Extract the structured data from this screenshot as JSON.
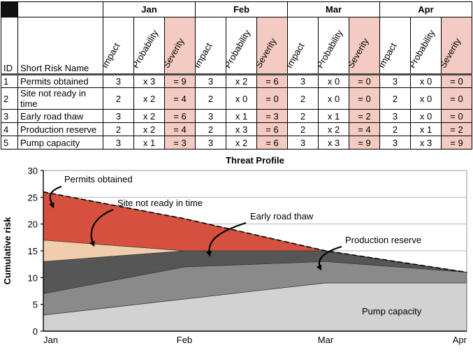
{
  "table": {
    "id_header": "ID",
    "name_header": "Short Risk Name",
    "months": [
      "Jan",
      "Feb",
      "Mar",
      "Apr"
    ],
    "sub_headers": [
      "Impact",
      "Probability",
      "Severity"
    ],
    "rows": [
      {
        "id": "1",
        "name": "Permits obtained",
        "cells": [
          [
            "3",
            "x 3",
            "= 9"
          ],
          [
            "3",
            "x 2",
            "= 6"
          ],
          [
            "3",
            "x 0",
            "= 0"
          ],
          [
            "3",
            "x 0",
            "= 0"
          ]
        ]
      },
      {
        "id": "2",
        "name": "Site not ready in time",
        "cells": [
          [
            "2",
            "x 2",
            "= 4"
          ],
          [
            "2",
            "x 0",
            "= 0"
          ],
          [
            "2",
            "x 0",
            "= 0"
          ],
          [
            "2",
            "x 0",
            "= 0"
          ]
        ]
      },
      {
        "id": "3",
        "name": "Early road thaw",
        "cells": [
          [
            "3",
            "x 2",
            "= 6"
          ],
          [
            "3",
            "x 1",
            "= 3"
          ],
          [
            "2",
            "x 1",
            "= 2"
          ],
          [
            "3",
            "x 0",
            "= 0"
          ]
        ]
      },
      {
        "id": "4",
        "name": "Production reserve",
        "cells": [
          [
            "2",
            "x 2",
            "= 4"
          ],
          [
            "2",
            "x 3",
            "= 6"
          ],
          [
            "2",
            "x 2",
            "= 4"
          ],
          [
            "2",
            "x 1",
            "= 2"
          ]
        ]
      },
      {
        "id": "5",
        "name": "Pump capacity",
        "cells": [
          [
            "3",
            "x 1",
            "= 3"
          ],
          [
            "3",
            "x 2",
            "= 6"
          ],
          [
            "3",
            "x 3",
            "= 9"
          ],
          [
            "3",
            "x 3",
            "= 9"
          ]
        ]
      }
    ],
    "severity_bg": "#f4cbc2"
  },
  "chart_data": {
    "type": "area",
    "title": "Threat Profile",
    "ylabel": "Cumulative risk",
    "x_labels": [
      "Jan",
      "Feb",
      "Mar",
      "Apr"
    ],
    "ylim": [
      0,
      30
    ],
    "y_ticks": [
      0,
      5,
      10,
      15,
      20,
      25,
      30
    ],
    "grid": true,
    "stack_order": "bottom-to-top",
    "series": [
      {
        "name": "Pump capacity",
        "values": [
          3,
          6,
          9,
          9
        ],
        "color": "#d2d2d2"
      },
      {
        "name": "Production reserve",
        "values": [
          4,
          6,
          4,
          2
        ],
        "color": "#8a8a8a"
      },
      {
        "name": "Early road thaw",
        "values": [
          6,
          3,
          2,
          0
        ],
        "color": "#565656"
      },
      {
        "name": "Site not ready in time",
        "values": [
          4,
          0,
          0,
          0
        ],
        "color": "#f0ceab"
      },
      {
        "name": "Permits obtained",
        "values": [
          9,
          6,
          0,
          0
        ],
        "color": "#d5503e"
      }
    ],
    "totals": [
      26,
      21,
      15,
      11
    ],
    "total_line": {
      "style": "dashed",
      "color": "#000000"
    },
    "annotations": [
      {
        "label": "Permits obtained",
        "arrow": true
      },
      {
        "label": "Site not ready in time",
        "arrow": true
      },
      {
        "label": "Early road thaw",
        "arrow": true
      },
      {
        "label": "Production reserve",
        "arrow": true
      },
      {
        "label": "Pump capacity",
        "arrow": false
      }
    ]
  }
}
